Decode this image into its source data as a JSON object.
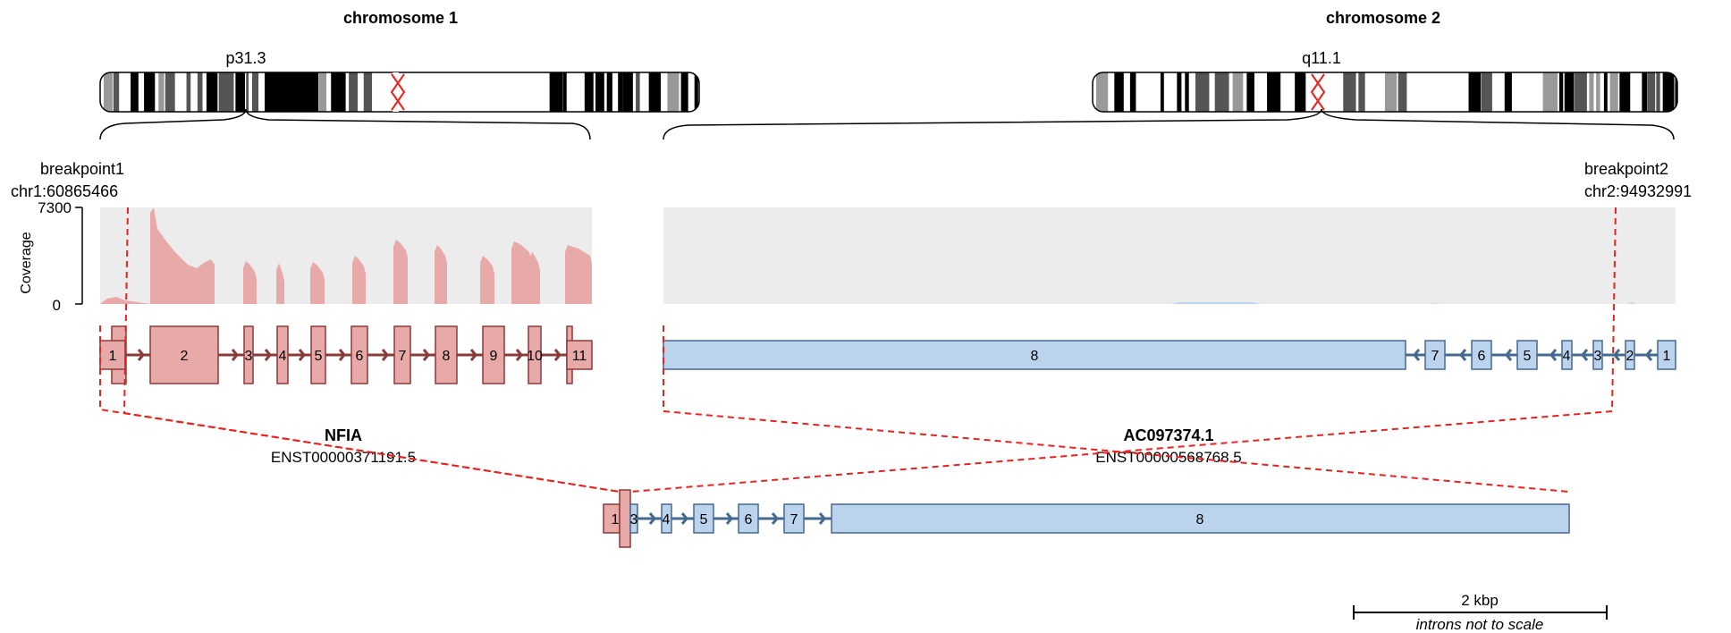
{
  "chromosomes": [
    {
      "title": "chromosome 1",
      "band": "p31.3"
    },
    {
      "title": "chromosome 2",
      "band": "q11.1"
    }
  ],
  "breakpoints": [
    {
      "label": "breakpoint1",
      "coord": "chr1:60865466"
    },
    {
      "label": "breakpoint2",
      "coord": "chr2:94932991"
    }
  ],
  "coverage": {
    "axis_label": "Coverage",
    "max": "7300",
    "min": "0"
  },
  "genes": [
    {
      "name": "NFIA",
      "transcript": "ENST00000371191.5",
      "exons": [
        "1",
        "2",
        "3",
        "4",
        "5",
        "6",
        "7",
        "8",
        "9",
        "10",
        "11"
      ]
    },
    {
      "name": "AC097374.1",
      "transcript": "ENST00000568768.5",
      "exons": [
        "8",
        "7",
        "6",
        "5",
        "4",
        "3",
        "2",
        "1"
      ]
    }
  ],
  "fusion_exons": [
    "1",
    "3",
    "4",
    "5",
    "6",
    "7",
    "8"
  ],
  "scale": {
    "label": "2 kbp",
    "note": "introns not to scale"
  },
  "colors": {
    "gene1_fill": "#e8a9a9",
    "gene1_edge": "#8b3a3a",
    "gene2_fill": "#bcd3ee",
    "gene2_edge": "#46698f",
    "dashed": "#e8231f",
    "coverage_bg": "#ececec"
  }
}
